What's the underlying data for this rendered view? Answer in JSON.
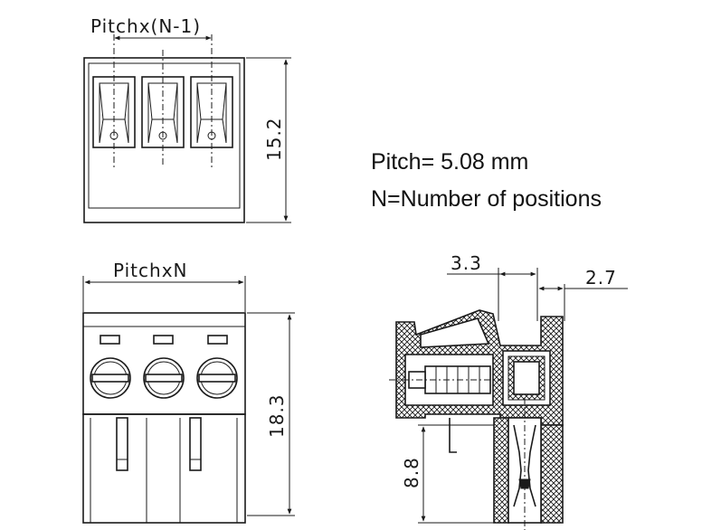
{
  "top_view": {
    "dim_width": "Pitchx(N-1)",
    "dim_height": "15.2"
  },
  "front_view": {
    "dim_width": "PitchxN",
    "dim_height": "18.3"
  },
  "side_view": {
    "dim_top_left": "3.3",
    "dim_top_right": "2.7",
    "dim_pin": "8.8"
  },
  "notes": {
    "pitch": "Pitch= 5.08 mm",
    "positions": "N=Number of positions"
  },
  "colors": {
    "line": "#1a1a1a",
    "background": "#ffffff"
  }
}
